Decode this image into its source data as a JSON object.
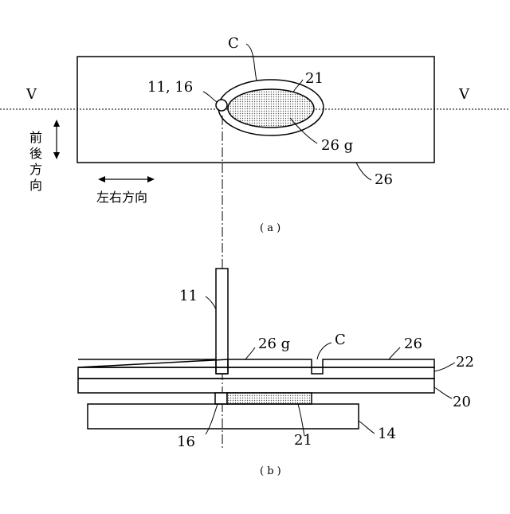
{
  "view_a": {
    "label_v_left": "V",
    "label_v_right": "V",
    "label_C": "C",
    "label_11_16": "11, 16",
    "label_21": "21",
    "label_26g": "26 g",
    "label_26": "26",
    "front_back_direction": [
      "前",
      "後",
      "方",
      "向"
    ],
    "left_right_direction": "左右方向",
    "caption": "( a )"
  },
  "view_b": {
    "label_11": "11",
    "label_26g": "26 g",
    "label_C": "C",
    "label_26": "26",
    "label_22": "22",
    "label_20": "20",
    "label_16": "16",
    "label_21": "21",
    "label_14": "14",
    "caption": "( b )"
  },
  "colors": {
    "line": "#000000",
    "hatch_fill": "#bdbdbd",
    "background": "#ffffff"
  }
}
